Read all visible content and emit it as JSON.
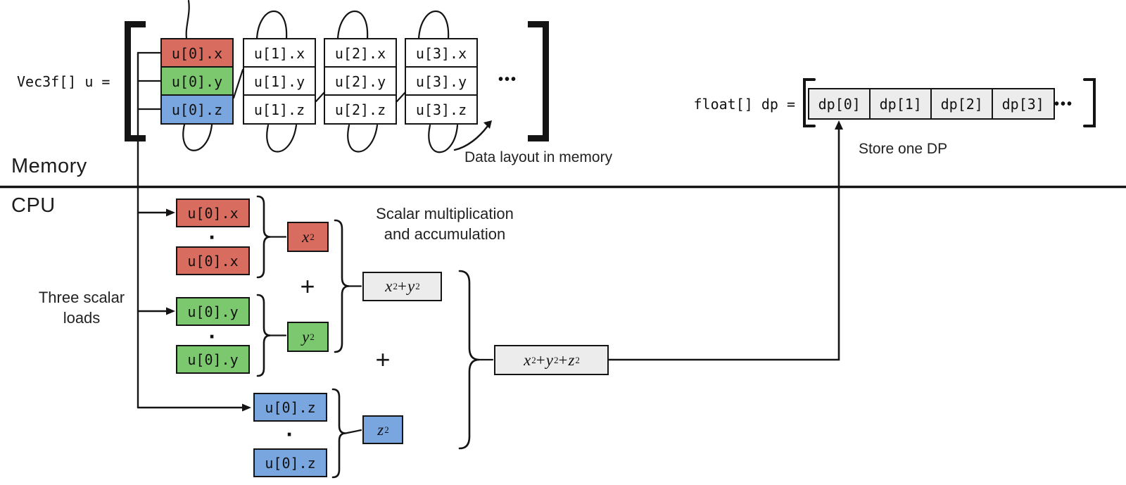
{
  "colors": {
    "red": "#d76c5f",
    "green": "#7cc86e",
    "blue": "#7aa6e0",
    "gray": "#ececec",
    "line": "#141414"
  },
  "memory": {
    "label": "Memory",
    "u_array": {
      "declaration": "Vec3f[] u =",
      "columns": [
        {
          "cells": [
            {
              "text": "u[0].x",
              "color": "red"
            },
            {
              "text": "u[0].y",
              "color": "green"
            },
            {
              "text": "u[0].z",
              "color": "blue"
            }
          ]
        },
        {
          "cells": [
            {
              "text": "u[1].x",
              "color": "white"
            },
            {
              "text": "u[1].y",
              "color": "white"
            },
            {
              "text": "u[1].z",
              "color": "white"
            }
          ]
        },
        {
          "cells": [
            {
              "text": "u[2].x",
              "color": "white"
            },
            {
              "text": "u[2].y",
              "color": "white"
            },
            {
              "text": "u[2].z",
              "color": "white"
            }
          ]
        },
        {
          "cells": [
            {
              "text": "u[3].x",
              "color": "white"
            },
            {
              "text": "u[3].y",
              "color": "white"
            },
            {
              "text": "u[3].z",
              "color": "white"
            }
          ]
        }
      ],
      "ellipsis": "•••",
      "annotation": "Data layout in memory"
    },
    "dp_array": {
      "declaration": "float[] dp =",
      "cells": [
        "dp[0]",
        "dp[1]",
        "dp[2]",
        "dp[3]"
      ],
      "ellipsis": "•••",
      "annotation": "Store one DP"
    }
  },
  "cpu": {
    "label": "CPU",
    "loads_label_line1": "Three scalar",
    "loads_label_line2": "loads",
    "op_label_line1": "Scalar multiplication",
    "op_label_line2": "and accumulation",
    "dot_operator": "·",
    "plus_operator": "+",
    "mul_groups": [
      {
        "operand_a": "u[0].x",
        "operand_b": "u[0].x",
        "color": "red",
        "product": "x^2"
      },
      {
        "operand_a": "u[0].y",
        "operand_b": "u[0].y",
        "color": "green",
        "product": "y^2"
      },
      {
        "operand_a": "u[0].z",
        "operand_b": "u[0].z",
        "color": "blue",
        "product": "z^2"
      }
    ],
    "partial_sum": "x^2 + y^2",
    "total_sum": "x^2 + y^2 + z^2"
  }
}
